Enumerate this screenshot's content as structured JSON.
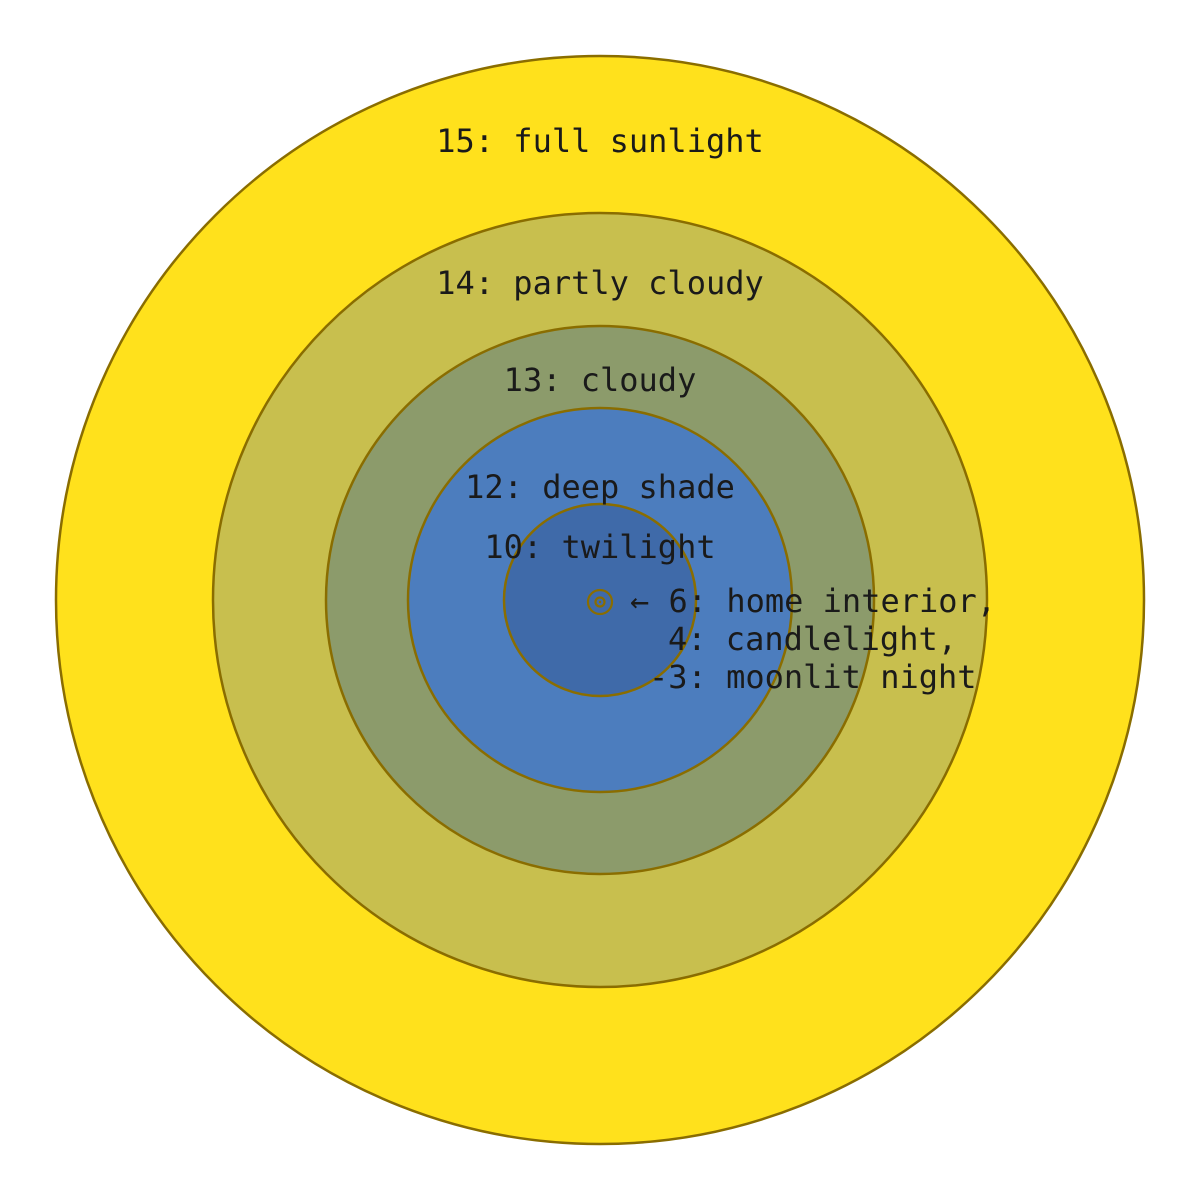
{
  "figure": {
    "background": "#ffffff",
    "stroke_color": "#8a6d00",
    "text_color": "#1a1a1a",
    "rings": [
      {
        "ev": 15,
        "label": "15: full sunlight",
        "color": "#ffe11c",
        "r": 544
      },
      {
        "ev": 14,
        "label": "14: partly cloudy",
        "color": "#c8bf4e",
        "r": 387
      },
      {
        "ev": 13,
        "label": "13: cloudy",
        "color": "#8c9b6b",
        "r": 274
      },
      {
        "ev": 12,
        "label": "12: deep shade",
        "color": "#4c7dbe",
        "r": 192
      },
      {
        "ev": 10,
        "label": "10: twilight",
        "color": "#3f6aa9",
        "r": 96
      },
      {
        "ev": 6,
        "color": "#3f6aa9",
        "r": 12
      },
      {
        "ev": 4,
        "color": "#3f6aa9",
        "r": 4.5
      },
      {
        "ev": -3,
        "color": "#8a6d00",
        "r": 1.2
      }
    ],
    "annotation": {
      "lines": [
        {
          "text": "← 6: home interior,"
        },
        {
          "text": "4: candlelight,"
        },
        {
          "text": "-3: moonlit night"
        }
      ]
    }
  }
}
